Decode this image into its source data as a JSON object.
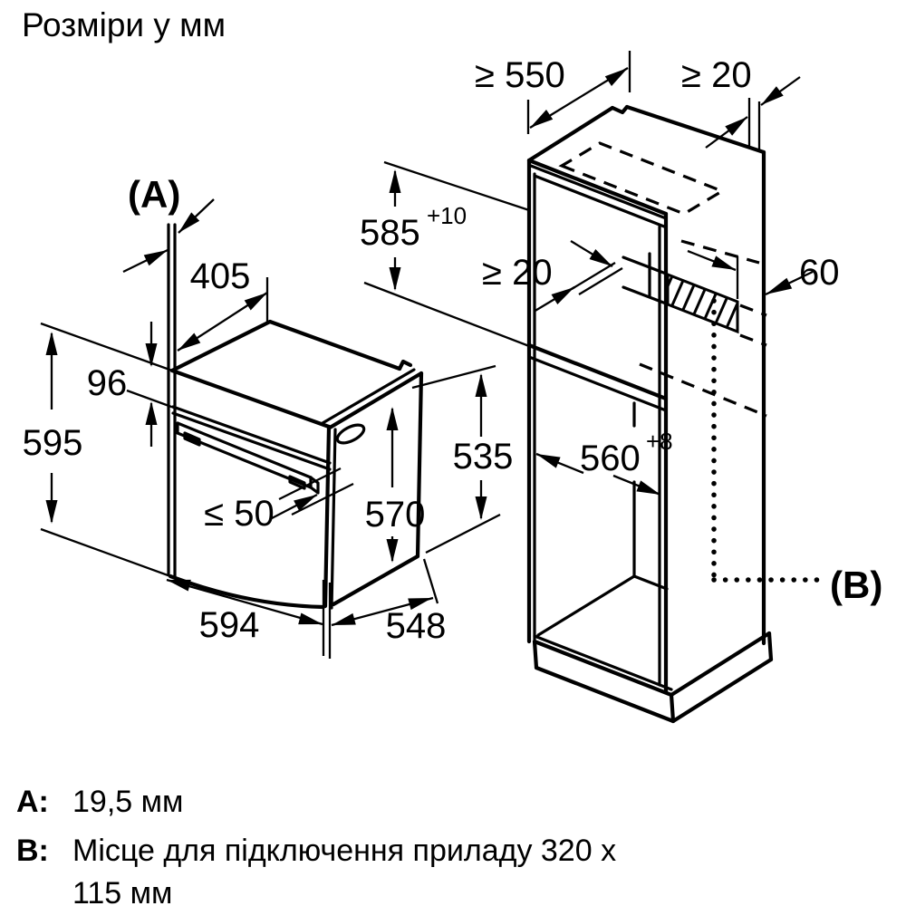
{
  "colors": {
    "ink": "#000000",
    "background": "#ffffff"
  },
  "title": "Розміри у мм",
  "oven": {
    "dims": {
      "front_panel": "(A)",
      "top_depth": "405",
      "panel_height": "96",
      "total_height": "595",
      "handle_clearance": "≤ 50",
      "body_height": "570",
      "body_rear_height": "535",
      "width": "594",
      "body_depth": "548"
    }
  },
  "cabinet": {
    "dims": {
      "depth": "≥ 550",
      "wall_gap": "≥ 20",
      "niche_height": "585",
      "niche_height_tol": "+10",
      "rear_gap": "≥ 20",
      "vent_depth": "60",
      "niche_width": "560",
      "niche_width_tol": "+8",
      "connection_point": "(B)"
    }
  },
  "legend": {
    "a_key": "A:",
    "a_value": "19,5 мм",
    "b_key": "B:",
    "b_value": "Місце для підключення приладу 320 x",
    "b_value_cont": "115 мм"
  }
}
